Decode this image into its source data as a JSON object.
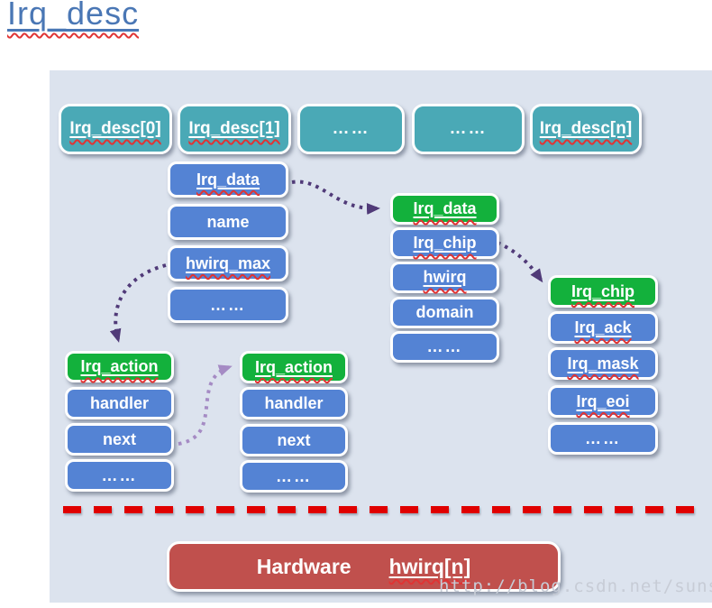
{
  "title": "Irq_desc",
  "watermark": "http://blog.csdn.net/sunsissy",
  "top_row": {
    "d0": "Irq_desc[0]",
    "d1": "Irq_desc[1]",
    "dots_a": "……",
    "dots_b": "……",
    "dn": "Irq_desc[n]"
  },
  "desc_fields": {
    "irq_data": "Irq_data",
    "name": "name",
    "hwirq_max": "hwirq_max",
    "dots": "……"
  },
  "irq_data_group": {
    "header": "Irq_data",
    "irq_chip": "Irq_chip",
    "hwirq": "hwirq",
    "domain": "domain",
    "dots": "……"
  },
  "irq_chip_group": {
    "header": "Irq_chip",
    "irq_ack": "Irq_ack",
    "irq_mask": "Irq_mask",
    "irq_eoi": "Irq_eoi",
    "dots": "……"
  },
  "action1": {
    "header": "Irq_action",
    "handler": "handler",
    "next": "next",
    "dots": "……"
  },
  "action2": {
    "header": "Irq_action",
    "handler": "handler",
    "next": "next",
    "dots": "……"
  },
  "hardware": {
    "name": "Hardware",
    "field": "hwirq[n]"
  },
  "colors": {
    "teal": "#4aa9b6",
    "blue": "#5483d4",
    "green": "#13b13c",
    "hardware_red": "#c0504d",
    "panel": "#dce3ee",
    "dash_red": "#e00000",
    "arrow_dark": "#503a78",
    "arrow_light": "#a58bc4",
    "title_blue": "#4a77b5"
  }
}
